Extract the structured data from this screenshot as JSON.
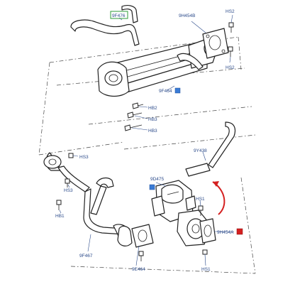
{
  "callouts": {
    "egr_cooler_pipe": "9F476",
    "gasket_top": "9H454B",
    "hs2_top": "HS2",
    "hs2_right": "HS2",
    "egr_cooler": "9F464",
    "hb2": "HB2",
    "hb3_a": "HB3",
    "hb3_b": "HB3",
    "vacuum_hose": "9Y438",
    "hs3_a": "HS3",
    "hs3_b": "HS3",
    "egr_valve": "9D475",
    "hb1": "HB1",
    "hs1_a": "HS1",
    "gasket_valve": "9H454A",
    "egr_tube": "9F467",
    "gasket_bottom": "9E464",
    "hs1_b": "HS1"
  },
  "colors": {
    "label_text": "#2b4a8a",
    "highlight_box": "#2e9b3a",
    "blue_marker": "#3a7bd5",
    "red_marker": "#d42020",
    "red_arrow": "#d42020",
    "line": "#222222"
  },
  "icons": {
    "marker_blue": "blue-square-marker",
    "marker_red": "red-square-marker",
    "arrow": "red-curved-arrow"
  }
}
